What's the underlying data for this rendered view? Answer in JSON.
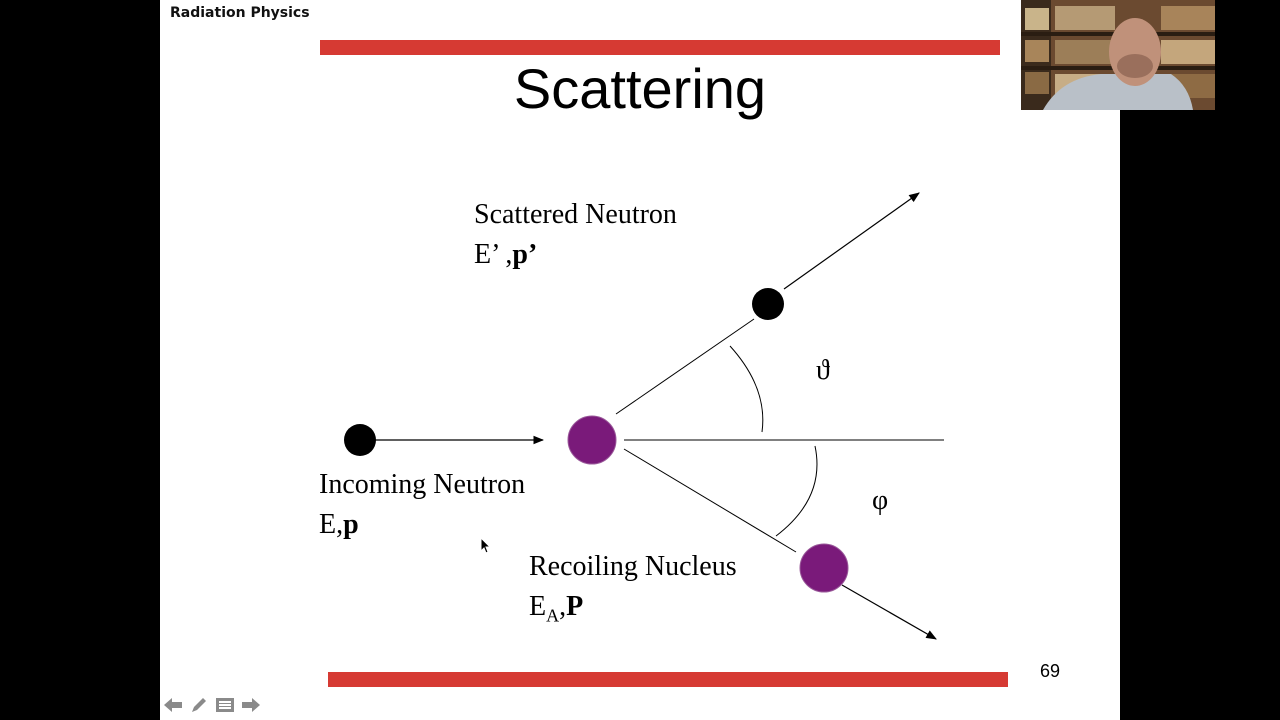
{
  "header": {
    "course_title": "Radiation Physics"
  },
  "slide": {
    "title": "Scattering",
    "page_number": "69",
    "labels": {
      "scattered_name": "Scattered Neutron",
      "scattered_energy": "E",
      "scattered_prime1": "’",
      "scattered_sep": " ,",
      "scattered_momentum": "p",
      "scattered_prime2": "’",
      "incoming_name": "Incoming Neutron",
      "incoming_energy": "E,",
      "incoming_momentum": "p",
      "recoil_name": "Recoiling Nucleus",
      "recoil_energy": "E",
      "recoil_sub": "A",
      "recoil_sep": ",",
      "recoil_momentum": "P",
      "theta": "ϑ",
      "phi": "φ"
    },
    "colors": {
      "bar": "#d63a33",
      "nucleus": "#7a1a7a",
      "neutron": "#000000"
    }
  },
  "nav": {
    "icons": [
      "arrow-left-icon",
      "pencil-icon",
      "menu-icon",
      "arrow-right-icon"
    ]
  }
}
